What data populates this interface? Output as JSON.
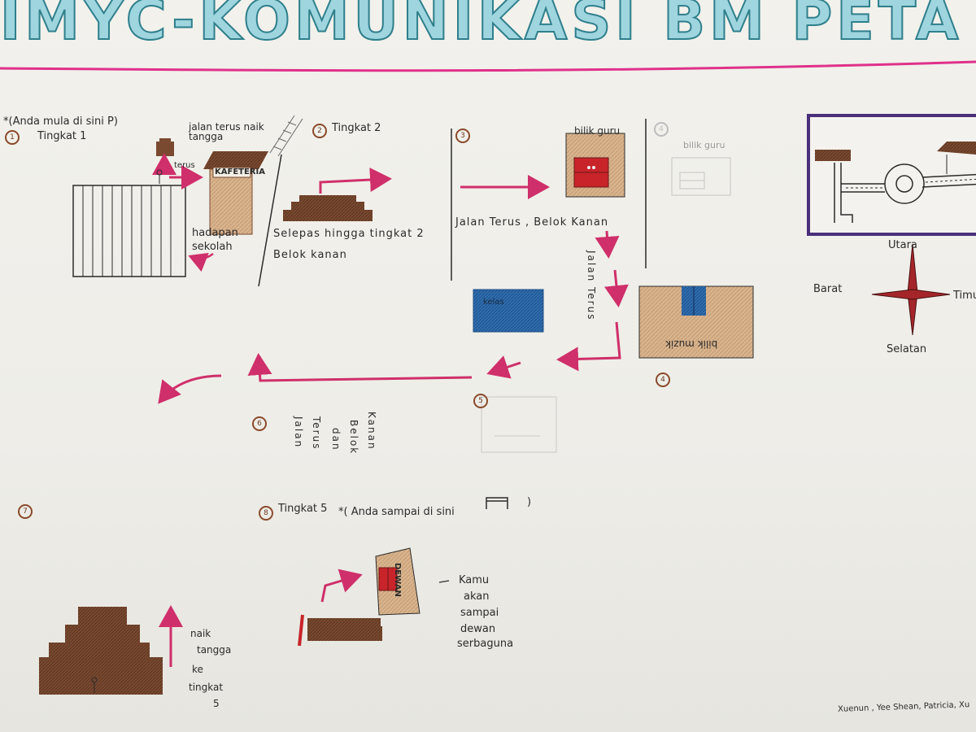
{
  "title": "IMYC-KOMUNIKASI BM PETA",
  "start_note": "*(Anda mula di sini",
  "start_symbol": "P",
  "step1": {
    "num": "1",
    "label": "Tingkat 1",
    "stairs_note": "jalan terus naik tangga",
    "terus": "terus",
    "cafeteria": "KAFETERIA",
    "front": "hadapan sekolah"
  },
  "step2": {
    "num": "2",
    "label": "Tingkat 2",
    "note_line1": "Selepas hingga tingkat 2",
    "note_line2": "Belok kanan"
  },
  "step3": {
    "num": "3",
    "teacher_room": "bilik guru",
    "note": "Jalan Terus , Belok Kanan",
    "vertical": "Jalan Terus"
  },
  "step4": {
    "num": "4",
    "faint_room": "bilik guru",
    "music_room": "bilik muzik"
  },
  "step5": {
    "num": "5",
    "class_room": "kelas"
  },
  "step6": {
    "num": "6",
    "words": [
      "Jalan",
      "Terus",
      "dan",
      "Belok",
      "Kanan"
    ]
  },
  "step7": {
    "num": "7",
    "climb": [
      "naik",
      "tangga",
      "ke",
      "tingkat",
      "5"
    ]
  },
  "step8": {
    "num": "8",
    "label": "Tingkat 5",
    "end_note": "*( Anda sampai di sini",
    "end_close": ")",
    "arrive": [
      "Kamu",
      "akan",
      "sampai",
      "dewan",
      "serbaguna"
    ],
    "hall_sign": "DEWAN"
  },
  "compass": {
    "north": "Utara",
    "west": "Barat",
    "east": "Timur",
    "south": "Selatan"
  },
  "credits": "Xuenun , Yee Shean, Patricia, Xu",
  "colors": {
    "title_fill": "#9fd5de",
    "title_stroke": "#2f7f8c",
    "pink": "#e0308a",
    "arrow": "#cf2f6a",
    "brown": "#7a4a30",
    "red": "#c8242a",
    "blue": "#2f6fb0",
    "purple": "#4a2f7a"
  }
}
